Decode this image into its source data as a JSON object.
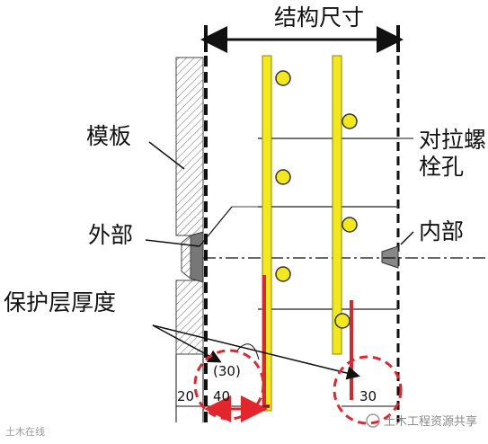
{
  "diagram": {
    "title": "结构尺寸",
    "labels": {
      "formwork": "模板",
      "outside": "外部",
      "cover": "保护层厚度",
      "tie_hole_line1": "对拉螺",
      "tie_hole_line2": "栓孔",
      "inside": "内部"
    },
    "dimensions": {
      "left_20": "20",
      "left_40": "40",
      "left_paren": "(30)",
      "right_30": "30"
    },
    "watermarks": {
      "left": "土木在线",
      "right": "土木工程资源共享"
    },
    "colors": {
      "rebar": "#f2e81b",
      "rebar_outline": "#8a8a00",
      "stirrup": "#d9272e",
      "highlight": "#e3262c"
    }
  }
}
